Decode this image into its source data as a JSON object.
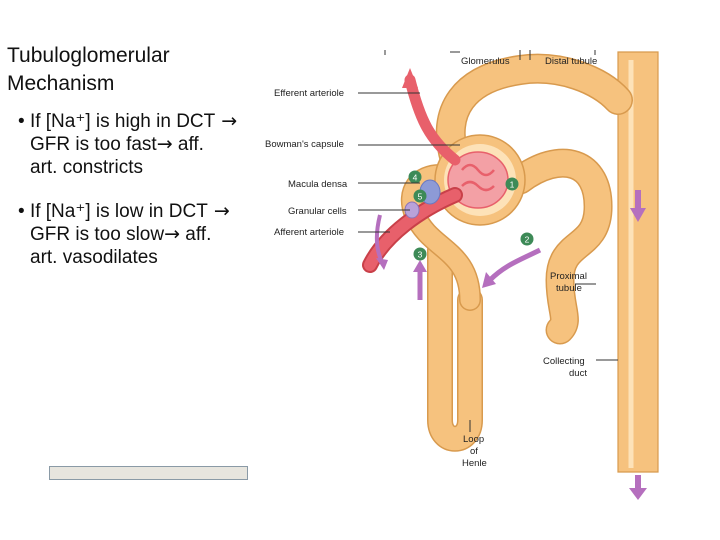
{
  "slide": {
    "title_line1": "Tubuloglomerular",
    "title_line2": "Mechanism",
    "bullets": [
      {
        "line1": "If [Na⁺] is high in DCT",
        "line2": "GFR is too fast",
        "line2_after": " aff.",
        "line3": "art. constricts"
      },
      {
        "line1": "If [Na⁺] is low in DCT",
        "line2": "GFR is too slow",
        "line2_after": " aff.",
        "line3": "art. vasodilates"
      }
    ]
  },
  "diagram": {
    "labels": {
      "glomerulus": "Glomerulus",
      "distal_tubule": "Distal tubule",
      "efferent_arteriole": "Efferent arteriole",
      "bowmans_capsule": "Bowman's capsule",
      "macula_densa": "Macula densa",
      "granular_cells": "Granular cells",
      "afferent_arteriole": "Afferent arteriole",
      "proximal_tubule_1": "Proximal",
      "proximal_tubule_2": "tubule",
      "collecting_duct_1": "Collecting",
      "collecting_duct_2": "duct",
      "loop_1": "Loop",
      "loop_2": "of",
      "loop_3": "Henle"
    },
    "step_markers": [
      "1",
      "2",
      "3",
      "4",
      "5"
    ],
    "colors": {
      "tubule": "#f6c27e",
      "tubule_outline": "#d89a4e",
      "vessel": "#e8606b",
      "glomerulus": "#f3a0a5",
      "flow_arrow": "#b56fbe",
      "marker": "#3d8a57"
    }
  }
}
